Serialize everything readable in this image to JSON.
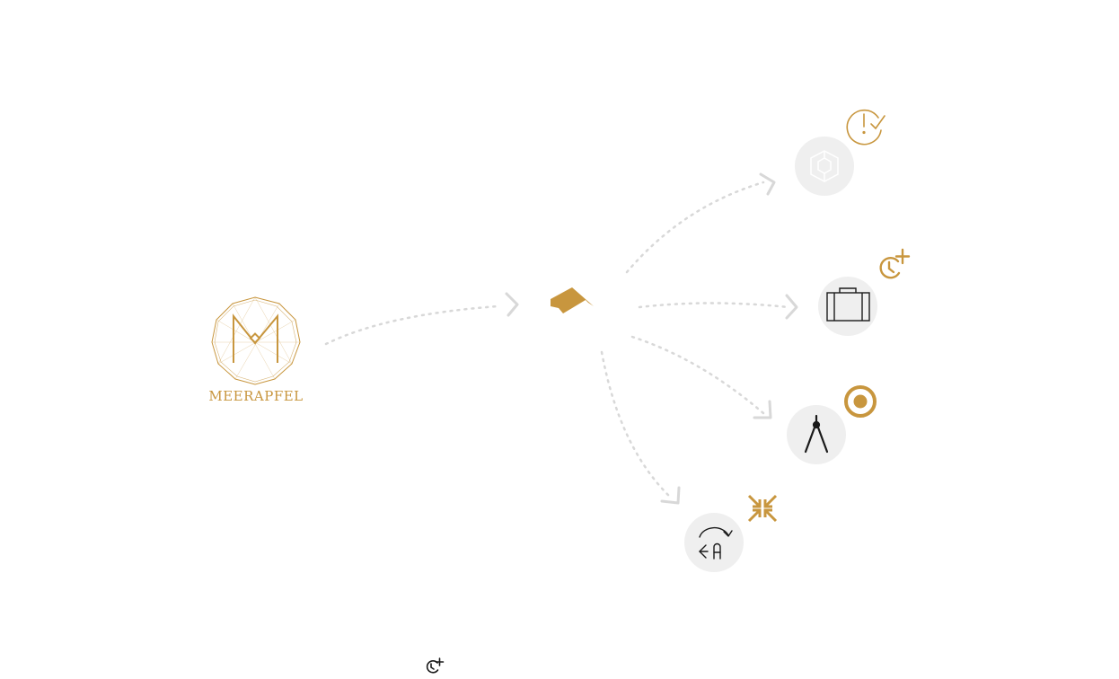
{
  "colors": {
    "accent": "#c8963e",
    "dark": "#1a1a1a",
    "connector": "#d8d8d8",
    "node_bg": "#efefef"
  },
  "logo": {
    "brand_name": "MEERAPFEL",
    "monogram": "M"
  },
  "hub": {
    "icon": "graduation-cap-icon"
  },
  "nodes": [
    {
      "id": "node-1",
      "icon": "cube-icon",
      "badge_icon": "clock-alert-check-icon"
    },
    {
      "id": "node-2",
      "icon": "suitcase-icon",
      "badge_icon": "more-time-icon"
    },
    {
      "id": "node-3",
      "icon": "architecture-compass-icon",
      "badge_icon": "radio-target-icon"
    },
    {
      "id": "node-4",
      "icon": "refresh-a-icon",
      "badge_icon": "collapse-arrows-icon"
    }
  ],
  "footer": {
    "icon": "more-time-icon"
  }
}
